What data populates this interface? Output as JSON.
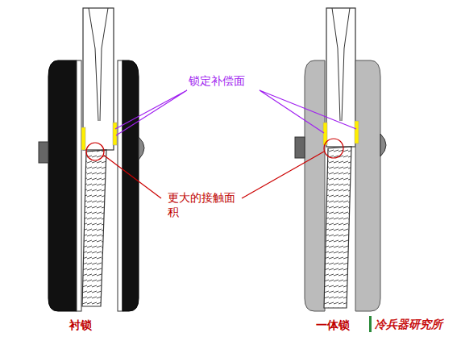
{
  "diagram": {
    "labels": [
      "锁定补偿面",
      "更大的接触面积",
      "衬锁",
      "一体锁",
      "冷兵器研究所"
    ]
  }
}
